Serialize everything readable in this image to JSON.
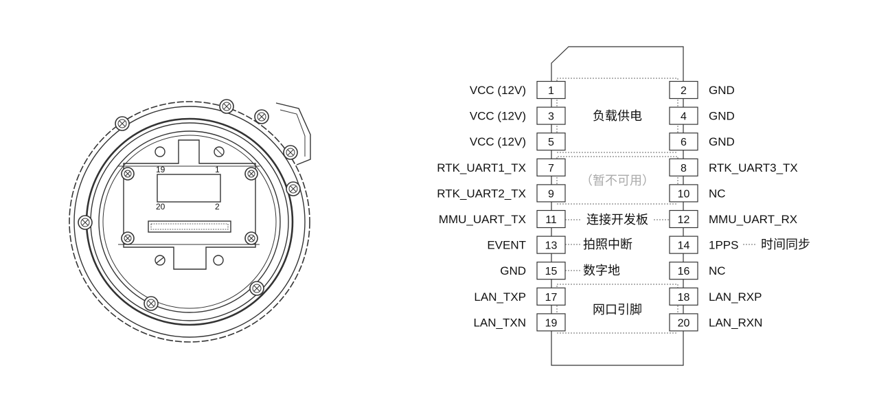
{
  "connector_labels": {
    "top_left": "19",
    "top_right": "1",
    "bottom_left": "20",
    "bottom_right": "2"
  },
  "pins": [
    {
      "num": "1",
      "name": "VCC (12V)"
    },
    {
      "num": "2",
      "name": "GND"
    },
    {
      "num": "3",
      "name": "VCC (12V)"
    },
    {
      "num": "4",
      "name": "GND"
    },
    {
      "num": "5",
      "name": "VCC (12V)"
    },
    {
      "num": "6",
      "name": "GND"
    },
    {
      "num": "7",
      "name": "RTK_UART1_TX"
    },
    {
      "num": "8",
      "name": "RTK_UART3_TX"
    },
    {
      "num": "9",
      "name": "RTK_UART2_TX"
    },
    {
      "num": "10",
      "name": "NC"
    },
    {
      "num": "11",
      "name": "MMU_UART_TX"
    },
    {
      "num": "12",
      "name": "MMU_UART_RX"
    },
    {
      "num": "13",
      "name": "EVENT"
    },
    {
      "num": "14",
      "name": "1PPS"
    },
    {
      "num": "15",
      "name": "GND"
    },
    {
      "num": "16",
      "name": "NC"
    },
    {
      "num": "17",
      "name": "LAN_TXP"
    },
    {
      "num": "18",
      "name": "LAN_RXP"
    },
    {
      "num": "19",
      "name": "LAN_TXN"
    },
    {
      "num": "20",
      "name": "LAN_RXN"
    }
  ],
  "groups": {
    "power": "负载供电",
    "unavailable": "（暂不可用）",
    "devboard": "连接开发板",
    "trigger": "拍照中断",
    "timesync": "时间同步",
    "digital_ground": "数字地",
    "network": "网口引脚"
  },
  "colors": {
    "line": "#333333",
    "muted_text": "#aaaaaa"
  }
}
